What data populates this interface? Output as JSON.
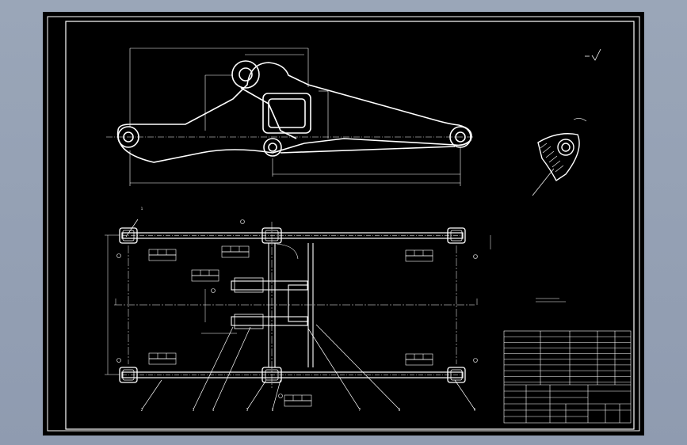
{
  "balloons": [
    "1",
    "2",
    "3",
    "4",
    "5",
    "6",
    "7",
    "8",
    "9"
  ],
  "title_block": {
    "rows": 9
  }
}
